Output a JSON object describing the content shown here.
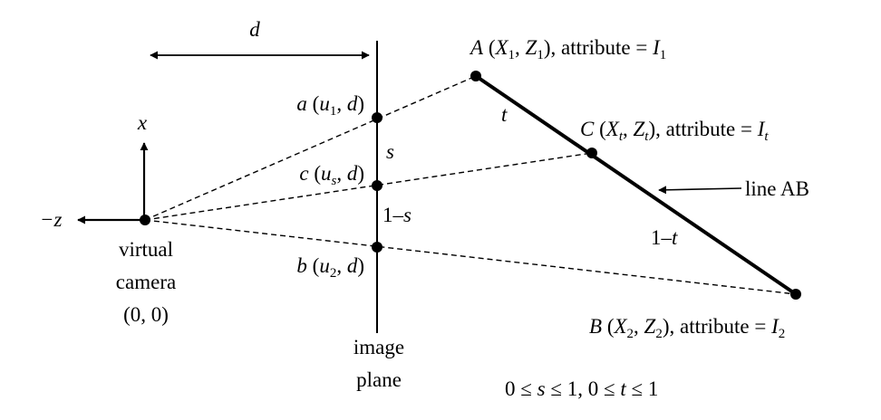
{
  "colors": {
    "ink": "#000000",
    "background": "#ffffff"
  },
  "labels": {
    "d": "d",
    "x_axis": "x",
    "neg_z_axis": "−z",
    "camera_line1": "virtual",
    "camera_line2": "camera",
    "camera_coords": "(0, 0)",
    "image_plane_line1": "image",
    "image_plane_line2": "plane",
    "s": "s",
    "one_minus_s": "1–s",
    "t": "t",
    "one_minus_t": "1–t",
    "line_ab": "line AB",
    "constraints": "0 ≤ s ≤ 1,  0 ≤ t ≤ 1"
  },
  "points": {
    "a": "a (u1, d)",
    "c": "c (us, d)",
    "b": "b (u2, d)",
    "A": "A (X1, Z1), attribute = I1",
    "C": "C (Xt, Zt), attribute = It",
    "B": "B (X2, Z2), attribute = I2"
  }
}
